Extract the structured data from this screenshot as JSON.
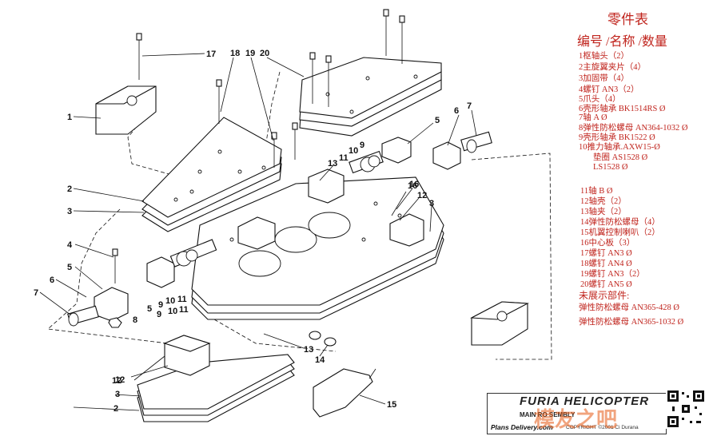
{
  "parts_table": {
    "title": "零件表",
    "header": "编号 /名称 /数量",
    "rows": [
      "1枢轴头（2）",
      "2主旋翼夹片（4）",
      "3加固带（4）",
      "4螺钉 AN3（2）",
      "5爪头（4）",
      "6壳形轴承 BK1514RS Ø",
      "7轴 A Ø",
      "8弹性防松螺母 AN364-1032 Ø",
      "9壳形轴承 BK1522 Ø",
      "10推力轴承.AXW15-Ø",
      "垫圈 AS1528 Ø",
      "LS1528 Ø",
      "11轴 B Ø",
      "12轴壳（2）",
      "13轴夹（2）",
      "14弹性防松螺母（4）",
      "15机翼控制喇叭（2）",
      "16中心板（3）",
      "17螺钉 AN3 Ø",
      "18螺钉 AN4 Ø",
      "19螺钉 AN3（2）",
      "20螺钉 AN5 Ø",
      "未展示部件:",
      "弹性防松螺母 AN365-428 Ø",
      "弹性防松螺母 AN365-1032 Ø"
    ]
  },
  "callouts": [
    "17",
    "18",
    "19",
    "20",
    "1",
    "2",
    "3",
    "4",
    "5",
    "6",
    "7",
    "8",
    "9",
    "10",
    "11",
    "12",
    "13",
    "14",
    "15",
    "16",
    "5",
    "6",
    "7",
    "12",
    "3",
    "2",
    "13",
    "11",
    "10",
    "9",
    "5",
    "9",
    "10",
    "11",
    "3",
    "12",
    "16"
  ],
  "title_block": {
    "brand": "FURIA HELICOPTER",
    "subtitle": "MAIN RO          SEMBLY",
    "footer": "Plans Delivery.com",
    "copyright": "COPYRIGHT ©2001 Ci      Durana"
  },
  "watermark": "模友之吧"
}
